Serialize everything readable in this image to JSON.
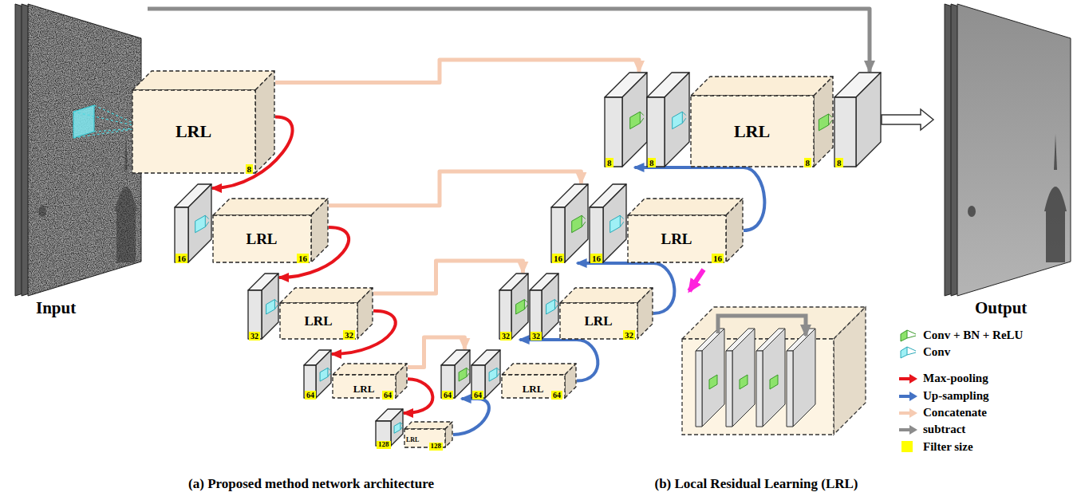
{
  "diagram": {
    "nodes": [
      {
        "text": [
          "Input"
        ]
      },
      {
        "text": [
          "LRL",
          "8"
        ]
      },
      {
        "text": [
          "16"
        ]
      },
      {
        "text": [
          "LRL",
          "16"
        ]
      },
      {
        "text": [
          "32"
        ]
      },
      {
        "text": [
          "LRL",
          "32"
        ]
      },
      {
        "text": [
          "64"
        ]
      },
      {
        "text": [
          "LRL",
          "64"
        ]
      },
      {
        "text": [
          "128"
        ]
      },
      {
        "text": [
          "LRL",
          "128"
        ]
      },
      {
        "text": [
          "64"
        ]
      },
      {
        "text": [
          "64"
        ]
      },
      {
        "text": [
          "LRL",
          "64"
        ]
      },
      {
        "text": [
          "32"
        ]
      },
      {
        "text": [
          "32"
        ]
      },
      {
        "text": [
          "LRL",
          "32"
        ]
      },
      {
        "text": [
          "16"
        ]
      },
      {
        "text": [
          "16"
        ]
      },
      {
        "text": [
          "LRL",
          "16"
        ]
      },
      {
        "text": [
          "8"
        ]
      },
      {
        "text": [
          "8"
        ]
      },
      {
        "text": [
          "LRL",
          "8"
        ]
      },
      {
        "text": [
          "8"
        ]
      },
      {
        "text": [
          "Output"
        ]
      }
    ],
    "edges": [
      {
        "from": 1,
        "to": 2,
        "arrow": "to"
      },
      {
        "from": 3,
        "to": 4,
        "arrow": "to"
      },
      {
        "from": 5,
        "to": 6,
        "arrow": "to"
      },
      {
        "from": 7,
        "to": 8,
        "arrow": "to"
      },
      {
        "from": 9,
        "to": 10,
        "arrow": "to"
      },
      {
        "from": 12,
        "to": 13,
        "arrow": "to"
      },
      {
        "from": 15,
        "to": 16,
        "arrow": "to"
      },
      {
        "from": 18,
        "to": 19,
        "arrow": "to"
      },
      {
        "from": 1,
        "to": 19,
        "arrow": "to"
      },
      {
        "from": 3,
        "to": 16,
        "arrow": "to"
      },
      {
        "from": 5,
        "to": 13,
        "arrow": "to"
      },
      {
        "from": 7,
        "to": 10,
        "arrow": "to"
      },
      {
        "from": 0,
        "to": 22,
        "arrow": "to"
      },
      {
        "from": 22,
        "to": 23,
        "arrow": "to"
      }
    ],
    "labels": [
      "(a) Proposed method network architecture",
      "(b) Local Residual Learning (LRL)"
    ],
    "legend": [
      {
        "text": "Conv + BN + ReLU"
      },
      {
        "text": "Conv"
      },
      {
        "text": "Max-pooling"
      },
      {
        "text": "Up-sampling"
      },
      {
        "text": "Concatenate"
      },
      {
        "text": "subtract"
      },
      {
        "text": "Filter size",
        "color": "#ffff00"
      }
    ]
  }
}
